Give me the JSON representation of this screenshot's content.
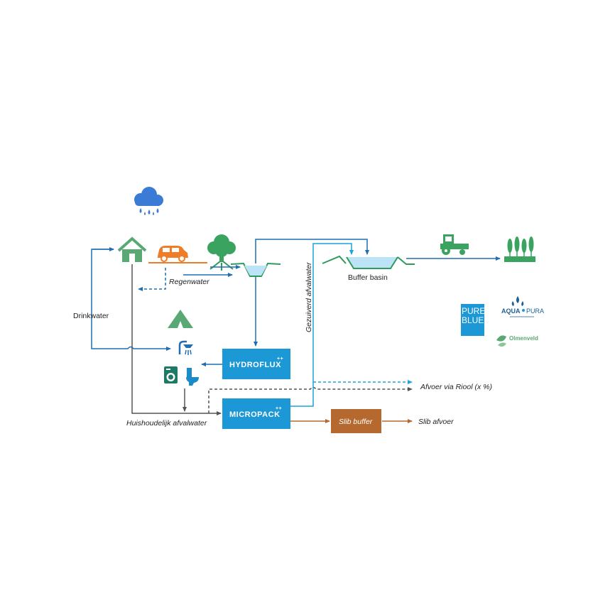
{
  "labels": {
    "regenwater": "Regenwater",
    "drinkwater": "Drinkwater",
    "gezuiverd_afvalwater": "Gezuiverd afvalwater",
    "buffer_basin": "Buffer basin",
    "huishoudelijk_afvalwater": "Huishoudelijk afvalwater",
    "afvoer_via_riool": "Afvoer via Riool (x %)",
    "slib_afvoer": "Slib afvoer"
  },
  "boxes": {
    "hydroflux": "HYDROFLUX",
    "hydroflux_sup": "++",
    "micropack": "MICROPACK",
    "micropack_sup": "++",
    "slib_buffer": "Slib buffer"
  },
  "logos": {
    "pureblue_line1": "PURE",
    "pureblue_line2": "BLUE",
    "aquapura_a": "AQUA",
    "aquapura_b": "PURA",
    "olmenveld": "Olmenveld"
  },
  "icons": [
    "rain-cloud-icon",
    "house-icon",
    "car-icon",
    "tree-icon",
    "tent-icon",
    "shower-icon",
    "washing-machine-icon",
    "toilet-icon",
    "tractor-icon",
    "crops-icon"
  ],
  "colors": {
    "water_blue": "#1f6fb2",
    "light_blue": "#1aa3dc",
    "box_blue": "#1d98d6",
    "green": "#3aa35f",
    "ditch_green": "#2e9a5c",
    "orange_car": "#ef7d28",
    "slib_brown": "#b5692f",
    "grey_line": "#555555"
  }
}
